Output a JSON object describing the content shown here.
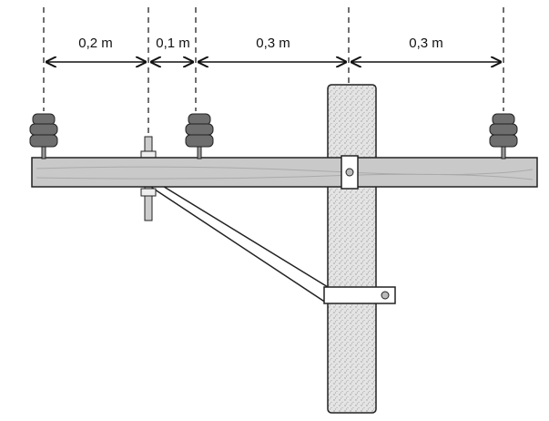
{
  "diagram": {
    "dimensions": [
      {
        "label": "0,2 m"
      },
      {
        "label": "0,1 m"
      },
      {
        "label": "0,3 m"
      },
      {
        "label": "0,3 m"
      }
    ],
    "colors": {
      "line": "#111111",
      "crossarm": "#c9c9c9",
      "pole": "#dcdcdc",
      "insulator": "#6e6e6e",
      "brace": "#ffffff"
    }
  }
}
